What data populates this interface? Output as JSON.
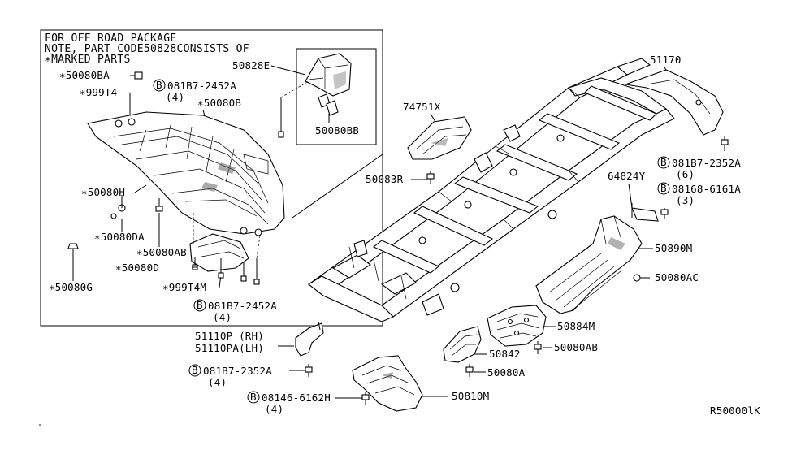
{
  "note": {
    "line1": "FOR OFF ROAD PACKAGE",
    "line2": "NOTE, PART CODE50828CONSISTS OF",
    "line3": "∗MARKED PARTS"
  },
  "labels": {
    "p50828E": "50828E",
    "p50080BB": "50080BB",
    "p50080BA": "∗50080BA",
    "p999T4_top": "∗999T4",
    "b081B7_top": "081B7-2452A",
    "b081B7_top_qty": "(4)",
    "p50080B": "∗50080B",
    "p50080H": "∗50080H",
    "p50080DA": "∗50080DA",
    "p50080AB_box": "∗50080AB",
    "p50080D": "∗50080D",
    "p999T4M": "∗999T4M",
    "p50080G": "∗50080G",
    "b081B7_box": "081B7-2452A",
    "b081B7_box_qty": "(4)",
    "p74751X": "74751X",
    "p50083R": "50083R",
    "p51170": "51170",
    "b081B7_right": "081B7-2352A",
    "b081B7_right_qty": "(6)",
    "p64824Y": "64824Y",
    "b08168": "08168-6161A",
    "b08168_qty": "(3)",
    "p50890M": "50890M",
    "p50080AC": "50080AC",
    "p50884M": "50884M",
    "p50080AB": "50080AB",
    "p50842": "50842",
    "p50080A": "50080A",
    "p51110P": "51110P (RH)",
    "p51110PA": "51110PA(LH)",
    "b081B7_low": "081B7-2352A",
    "b081B7_low_qty": "(4)",
    "b08146": "08146-6162H",
    "b08146_qty": "(4)",
    "p50810M": "50810M",
    "ref": "R50000lK"
  },
  "bolt_symbol": "B"
}
